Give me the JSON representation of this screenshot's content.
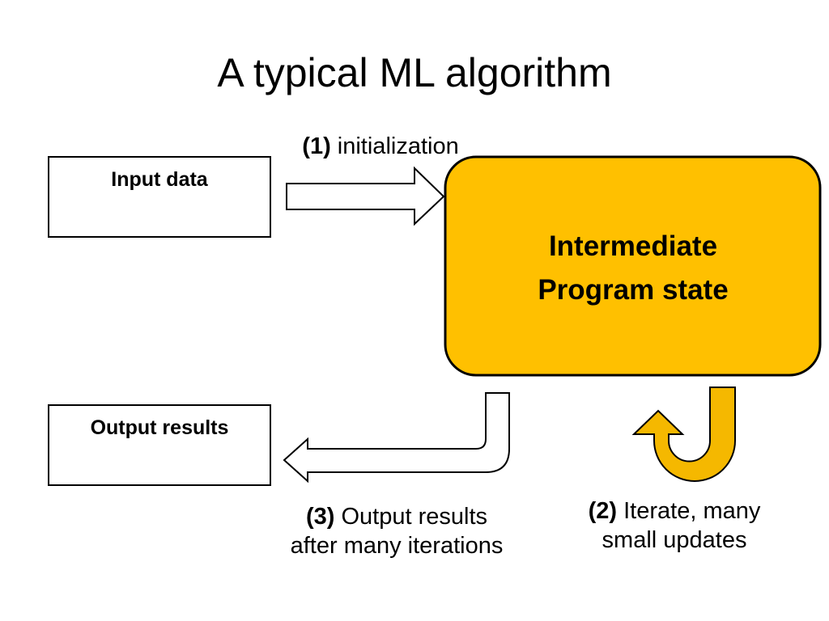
{
  "title": "A typical ML algorithm",
  "nodes": {
    "input": {
      "label": "Input data"
    },
    "output": {
      "label": "Output results"
    },
    "state": {
      "line1": "Intermediate",
      "line2": "Program state"
    }
  },
  "edges": {
    "init": {
      "step": "(1)",
      "text": "initialization"
    },
    "iterate": {
      "step": "(2)",
      "line1": "Iterate, many",
      "line2": "small updates"
    },
    "output": {
      "step": "(3)",
      "line1": "Output results",
      "line2": "after many iterations"
    }
  },
  "colors": {
    "state_fill": "#FFC000",
    "loop_arrow_fill": "#F5B800",
    "stroke": "#000000",
    "box_fill": "#FFFFFF"
  }
}
